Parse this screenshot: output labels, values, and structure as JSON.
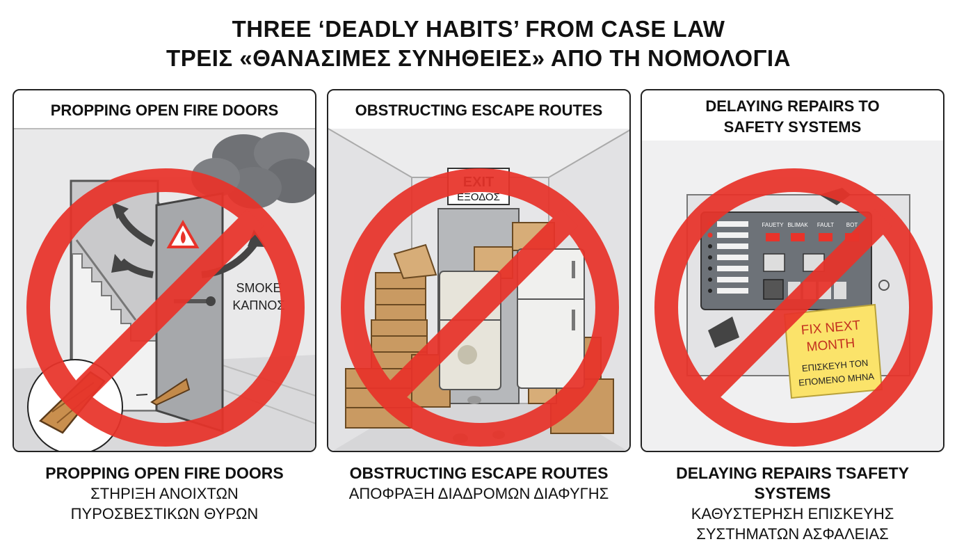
{
  "title": {
    "line1": "THREE ‘DEADLY HABITS’ FROM CASE LAW",
    "line2": "ΤΡΕΙΣ «ΘΑΝΑΣΙΜΕΣ ΣΥΝΗΘΕΙΕΣ» ΑΠΟ ΤΗ ΝΟΜΟΛΟΓΙΑ"
  },
  "colors": {
    "prohibition_red": "#e8332a",
    "cardboard": "#c99a62",
    "panel_grey": "#6d7278",
    "note_yellow": "#fbe36a"
  },
  "panels": [
    {
      "heading": "PROPPING OPEN FIRE DOORS",
      "smoke_label_en": "SMOKE",
      "smoke_label_el": "ΚΑΠΝΟΣ",
      "icons": [
        "no-sign-icon",
        "fire-door-icon",
        "door-wedge-icon",
        "smoke-cloud-icon",
        "fire-warning-icon",
        "stairs-icon"
      ],
      "caption_en": "PROPPING OPEN FIRE DOORS",
      "caption_el_line1": "ΣΤΗΡΙΞΗ ΑΝΟΙΧΤΩΝ",
      "caption_el_line2": "ΠΥΡΟΣΒΕΣΤΙΚΩΝ ΘΥΡΩΝ"
    },
    {
      "heading": "OBSTRUCTING ESCAPE ROUTES",
      "exit_en": "EXIT",
      "exit_el": "ΕΞΟΔΟΣ",
      "icons": [
        "no-sign-icon",
        "exit-sign-icon",
        "crate-icon",
        "cardboard-box-icon",
        "refrigerator-icon"
      ],
      "caption_en": "OBSTRUCTING ESCAPE ROUTES",
      "caption_el_line1": "ΑΠΟΦΡΑΞΗ ΔΙΑΔΡΟΜΩΝ ΔΙΑΦΥΓΗΣ"
    },
    {
      "heading_line1": "DELAYING REPAIRS TO",
      "heading_line2": "SAFETY SYSTEMS",
      "panel_labels": [
        "FAUETY",
        "BLIMAK",
        "FAULT",
        "BOT"
      ],
      "note_en_line1": "FIX NEXT",
      "note_en_line2": "MONTH",
      "note_el_line1": "ΕΠΙΣΚΕΥΗ ΤΟΝ",
      "note_el_line2": "ΕΠΟΜΕΝΟ ΜΗΝΑ",
      "icons": [
        "no-sign-icon",
        "fire-alarm-panel-icon",
        "sticky-note-icon",
        "warning-light-icon"
      ],
      "caption_en": "DELAYING REPAIRS TSAFETY SYSTEMS",
      "caption_el_line1": "ΚΑΘΥΣΤΕΡΗΣΗ ΕΠΙΣΚΕΥΗΣ",
      "caption_el_line2": "ΣΥΣΤΗΜΑΤΩΝ ΑΣΦΑΛΕΙΑΣ"
    }
  ]
}
